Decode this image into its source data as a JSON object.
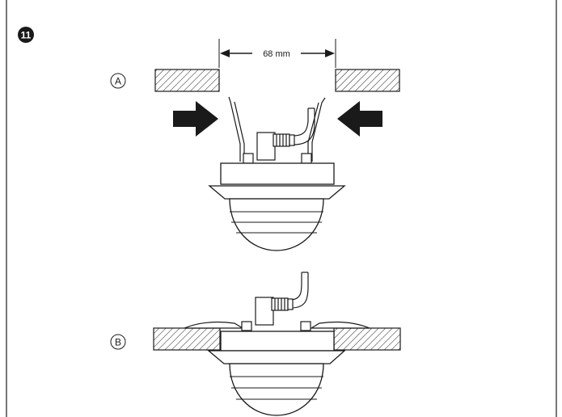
{
  "step": {
    "number": "11"
  },
  "dimension": {
    "text": "68 mm"
  },
  "views": [
    {
      "label": "A"
    },
    {
      "label": "B"
    }
  ],
  "icons": [
    "step-number-badge",
    "push-arrow-left-icon",
    "push-arrow-right-icon"
  ],
  "colors": {
    "ink": "#1a1a1a",
    "fill": "#ffffff"
  }
}
